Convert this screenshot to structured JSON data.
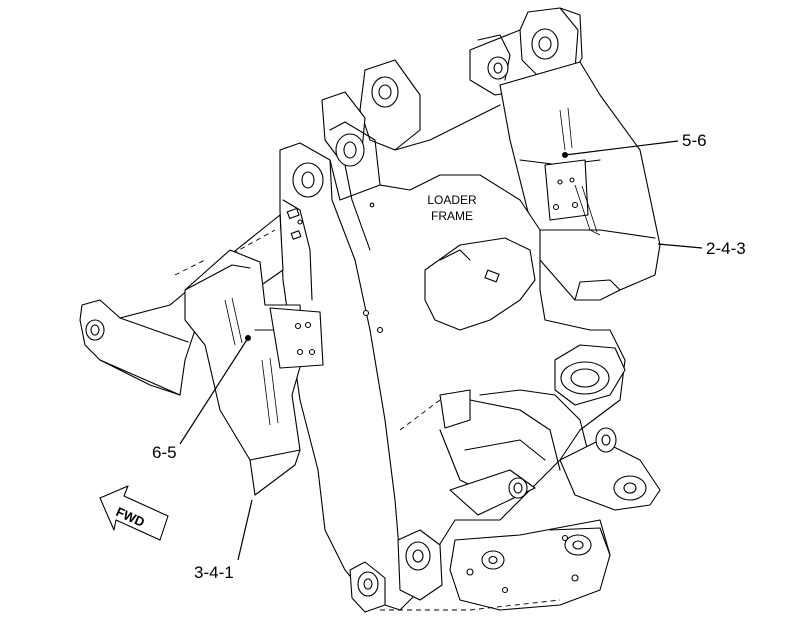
{
  "diagram": {
    "frame_label_line1": "LOADER",
    "frame_label_line2": "FRAME",
    "callouts": {
      "c1": "5-6",
      "c2": "2-4-3",
      "c3": "6-5",
      "c4": "3-4-1"
    },
    "direction_arrow": "FWD"
  }
}
